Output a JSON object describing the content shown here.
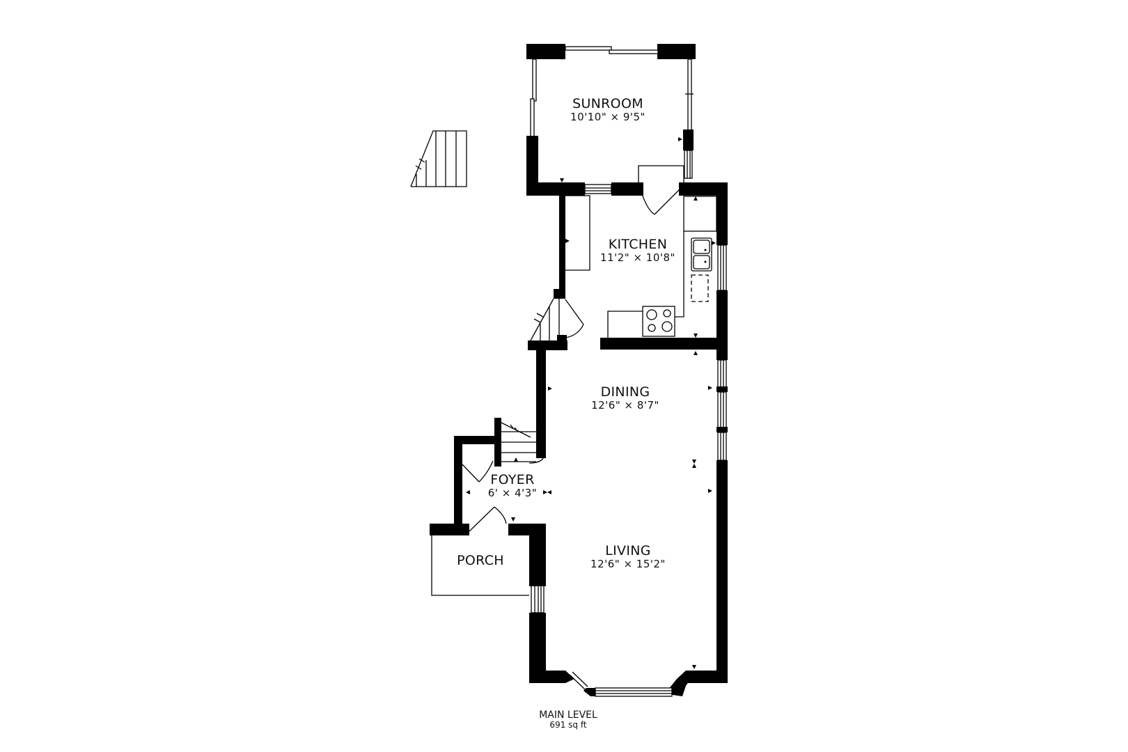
{
  "floor_plan": {
    "level": {
      "name": "MAIN LEVEL",
      "area": "691 sq ft"
    },
    "rooms": [
      {
        "id": "sunroom",
        "name": "SUNROOM",
        "dimensions": "10'10\" × 9'5\""
      },
      {
        "id": "kitchen",
        "name": "KITCHEN",
        "dimensions": "11'2\" × 10'8\""
      },
      {
        "id": "dining",
        "name": "DINING",
        "dimensions": "12'6\" × 8'7\""
      },
      {
        "id": "foyer",
        "name": "FOYER",
        "dimensions": "6' × 4'3\""
      },
      {
        "id": "living",
        "name": "LIVING",
        "dimensions": "12'6\" × 15'2\""
      },
      {
        "id": "porch",
        "name": "PORCH",
        "dimensions": ""
      }
    ],
    "colors": {
      "wall": "#000000",
      "background": "#ffffff"
    }
  }
}
